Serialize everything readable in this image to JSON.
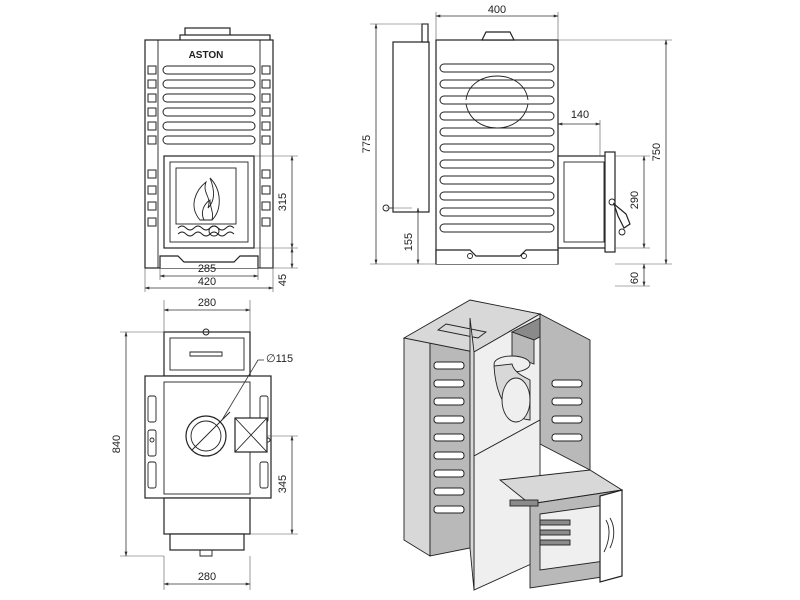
{
  "logo_text": "ASTON",
  "dimensions": {
    "front": {
      "width_top": "420",
      "door_width": "285",
      "door_height": "315",
      "leg_height": "45"
    },
    "side": {
      "width": "400",
      "height": "775",
      "height_right": "750",
      "flue_offset": "140",
      "door_height": "290",
      "bottom_offset": "155",
      "base": "60"
    },
    "top": {
      "width_top": "280",
      "width_bottom": "280",
      "length": "840",
      "diameter": "∅115",
      "depth": "345"
    }
  },
  "icons": {
    "flame": "flame-icon",
    "handle": "handle-icon"
  }
}
